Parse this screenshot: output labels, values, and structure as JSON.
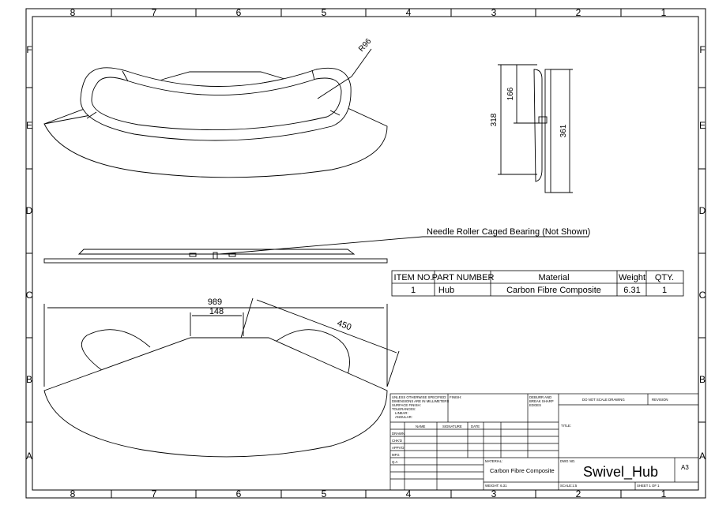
{
  "frame": {
    "columns_top": [
      "8",
      "7",
      "6",
      "5",
      "4",
      "3",
      "2",
      "1"
    ],
    "columns_bottom": [
      "8",
      "7",
      "6",
      "5",
      "4",
      "3",
      "2",
      "1"
    ],
    "rows_left": [
      "F",
      "E",
      "D",
      "C",
      "B",
      "A"
    ],
    "rows_right": [
      "F",
      "E",
      "D",
      "C",
      "B",
      "A"
    ]
  },
  "dimensions": {
    "radius": "R96",
    "side_height_1": "166",
    "side_height_2": "318",
    "side_height_3": "361",
    "overall_width": "989",
    "top_width": "148",
    "arc_length": "450"
  },
  "callout": "Needle Roller Caged Bearing (Not Shown)",
  "bom": {
    "headers": [
      "ITEM NO.",
      "PART NUMBER",
      "Material",
      "Weight",
      "QTY."
    ],
    "rows": [
      [
        "1",
        "Hub",
        "Carbon Fibre Composite",
        "6.31",
        "1"
      ]
    ]
  },
  "title_block": {
    "notes": [
      "UNLESS OTHERWISE SPECIFIED:",
      "DIMENSIONS ARE IN MILLIMETERS",
      "SURFACE FINISH:",
      "TOLERANCES:",
      "LINEAR:",
      "ANGULAR:"
    ],
    "finish_label": "FINISH:",
    "deburr": [
      "DEBURR AND",
      "BREAK SHARP",
      "EDGES"
    ],
    "do_not_scale": "DO NOT SCALE DRAWING",
    "revision_label": "REVISION",
    "col_name": "NAME",
    "col_signature": "SIGNATURE",
    "col_date": "DATE",
    "title_label": "TITLE:",
    "row_labels": [
      "DRAWN",
      "CHK'D",
      "APPV'D",
      "MFG",
      "Q.A"
    ],
    "material_label": "MATERIAL:",
    "material_value": "Carbon Fibre Composite",
    "dwg_no_label": "DWG NO.",
    "dwg_no_value": "Swivel_Hub",
    "size": "A3",
    "weight_label": "WEIGHT: 6.31",
    "scale_label": "SCALE:1:5",
    "sheet_label": "SHEET 1 OF 1"
  }
}
